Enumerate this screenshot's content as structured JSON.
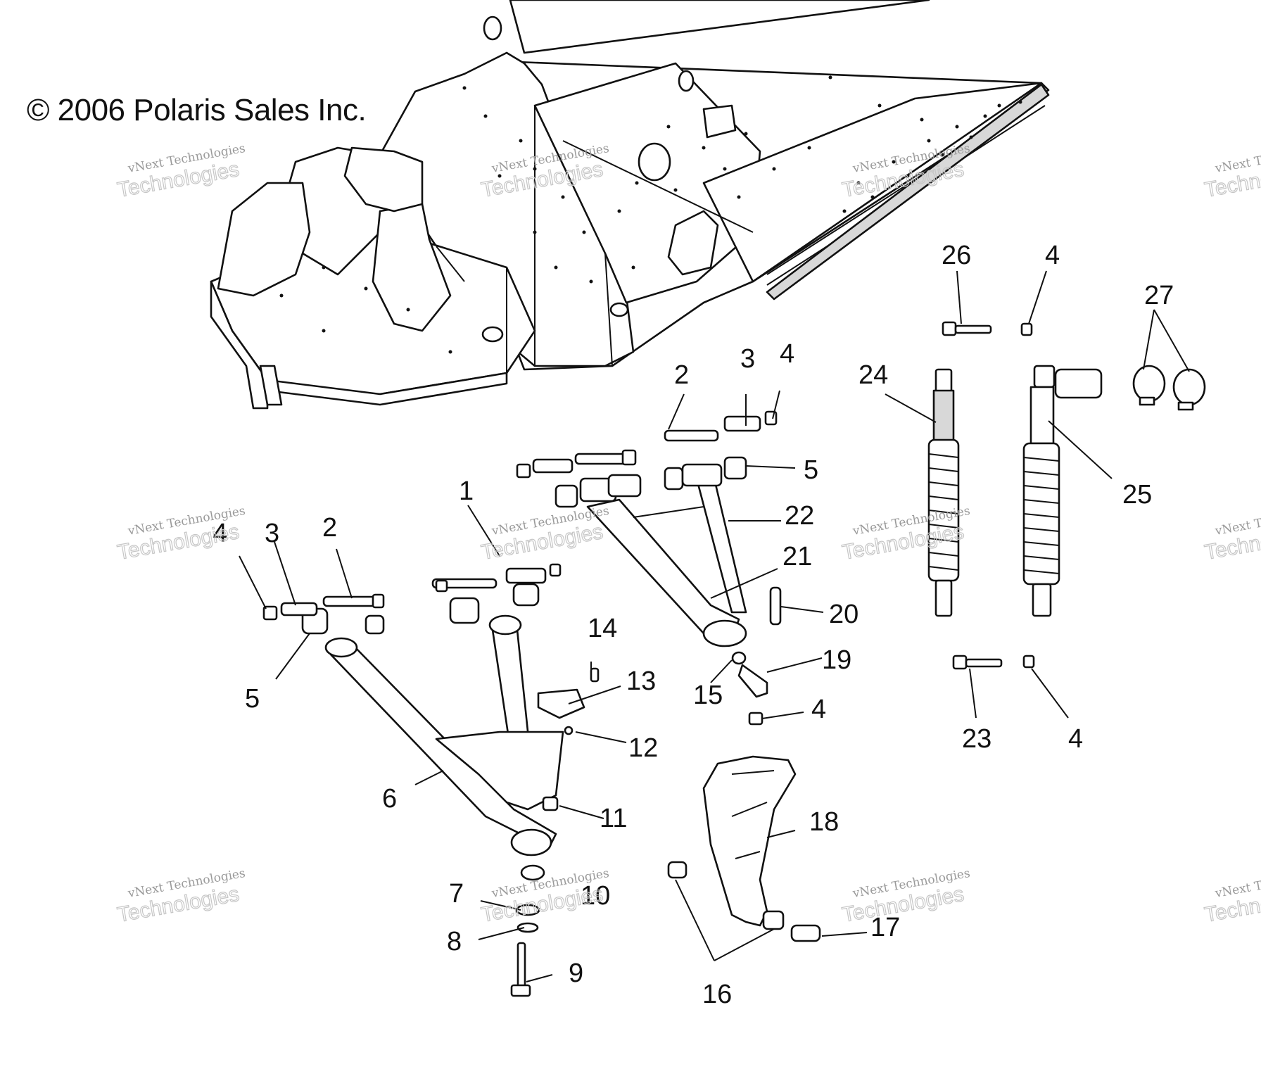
{
  "copyright": "© 2006 Polaris Sales Inc.",
  "watermark": {
    "line1": "vNext Technologies",
    "line2": "Technologies"
  },
  "callouts": [
    "1",
    "2",
    "3",
    "4",
    "5",
    "6",
    "7",
    "8",
    "9",
    "10",
    "11",
    "12",
    "13",
    "14",
    "15",
    "16",
    "17",
    "18",
    "19",
    "20",
    "21",
    "22",
    "23",
    "24",
    "25",
    "26",
    "27"
  ]
}
